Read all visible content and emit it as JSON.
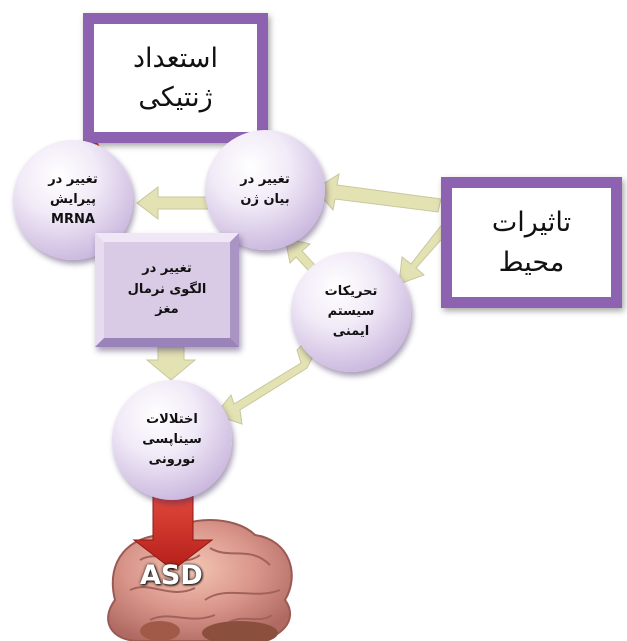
{
  "boxes": {
    "genetic": {
      "label": "استعداد\nژنتیکی"
    },
    "environment": {
      "label": "تاثیرات\nمحیط"
    }
  },
  "nodes": {
    "gene_expression": {
      "label": "تغییر در\nبیان ژن"
    },
    "mrna_splicing": {
      "label": "تغییر در\nپیرایش\nMRNA"
    },
    "brain_pattern": {
      "label": "تغییر در\nالگوی نرمال\nمغز"
    },
    "immune": {
      "label": "تحریکات\nسیستم\nایمنی"
    },
    "synaptic": {
      "label": "اختلالات\nسیناپسی\nنورونی"
    }
  },
  "brain": {
    "label": "ASD"
  },
  "colors": {
    "frame": "#8d62b0",
    "node_fill": "#d9cbe6",
    "arrow": "#e3e2b3",
    "down_arrow": "#d9342b",
    "ribbon": [
      "#e84a2f",
      "#f2c21b",
      "#2f6fd6",
      "#e04fa0"
    ]
  }
}
